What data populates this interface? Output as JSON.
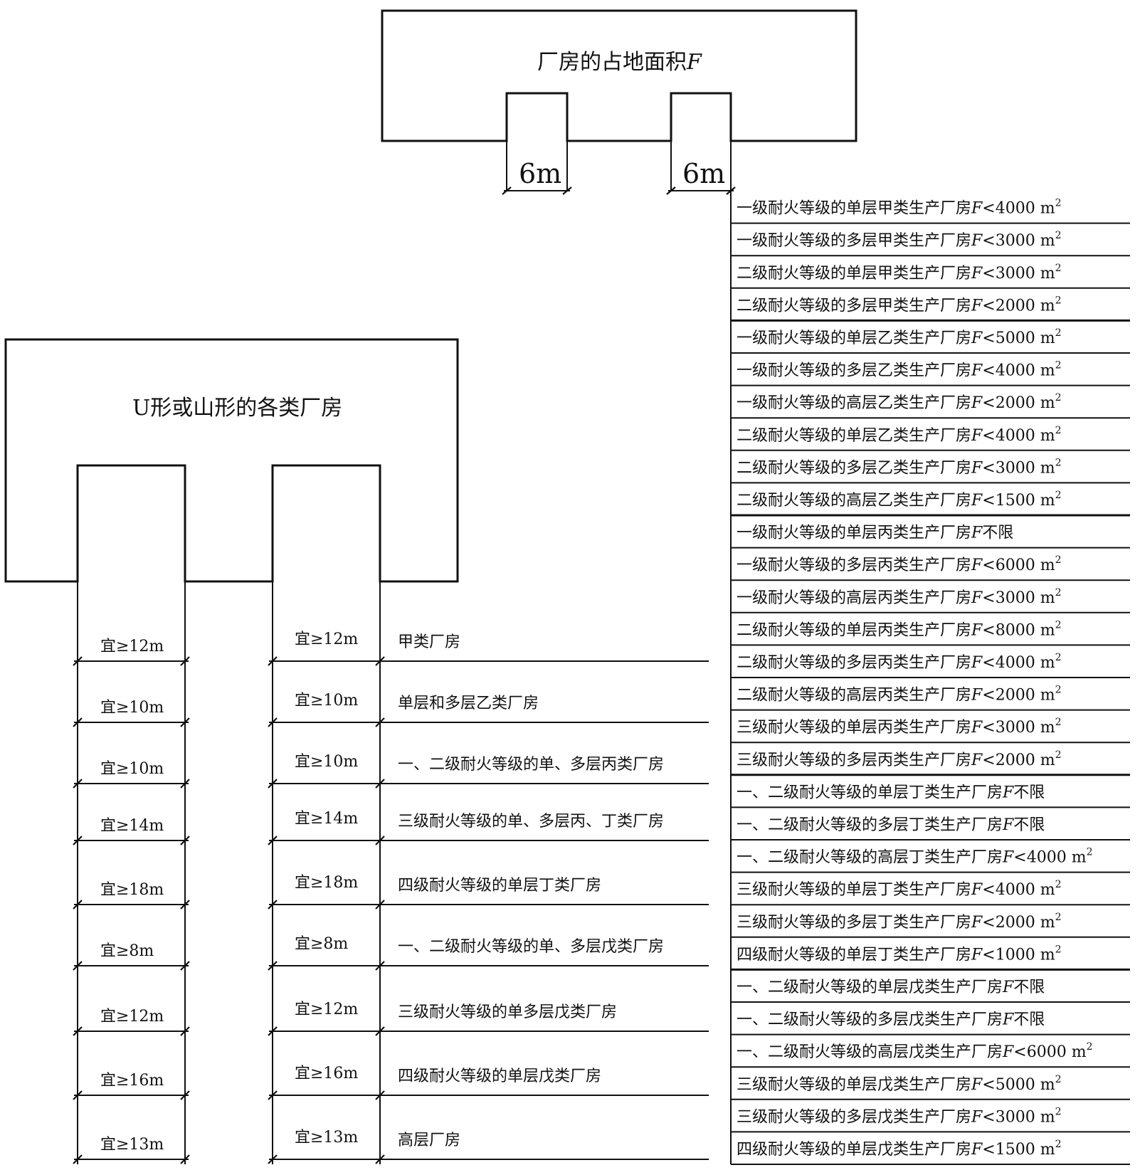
{
  "top_building": {
    "title": "厂房的占地面积",
    "title_var": "F",
    "gap_label_left": "6m",
    "gap_label_right": "6m"
  },
  "u_building": {
    "title": "U形或山形的各类厂房"
  },
  "left_gap_labels": [
    "宜≥12m",
    "宜≥10m",
    "宜≥10m",
    "宜≥14m",
    "宜≥18m",
    "宜≥8m",
    "宜≥12m",
    "宜≥16m",
    "宜≥13m"
  ],
  "right_gap_labels": [
    "宜≥12m",
    "宜≥10m",
    "宜≥10m",
    "宜≥14m",
    "宜≥18m",
    "宜≥8m",
    "宜≥12m",
    "宜≥16m",
    "宜≥13m"
  ],
  "category_labels": [
    "甲类厂房",
    "单层和多层乙类厂房",
    "一、二级耐火等级的单、多层丙类厂房",
    "三级耐火等级的单、多层丙、丁类厂房",
    "四级耐火等级的单层丁类厂房",
    "一、二级耐火等级的单、多层戊类厂房",
    "三级耐火等级的单多层戊类厂房",
    "四级耐火等级的单层戊类厂房",
    "高层厂房"
  ],
  "area_rules": [
    {
      "text": "一级耐火等级的单层甲类生产厂房",
      "var": "F",
      "limit": "<4000",
      "unit": "m",
      "sup": "2"
    },
    {
      "text": "一级耐火等级的多层甲类生产厂房",
      "var": "F",
      "limit": "<3000",
      "unit": "m",
      "sup": "2"
    },
    {
      "text": "二级耐火等级的单层甲类生产厂房",
      "var": "F",
      "limit": "<3000",
      "unit": "m",
      "sup": "2"
    },
    {
      "text": "二级耐火等级的多层甲类生产厂房",
      "var": "F",
      "limit": "<2000",
      "unit": "m",
      "sup": "2"
    },
    {
      "text": "一级耐火等级的单层乙类生产厂房",
      "var": "F",
      "limit": "<5000",
      "unit": "m",
      "sup": "2"
    },
    {
      "text": "一级耐火等级的多层乙类生产厂房",
      "var": "F",
      "limit": "<4000",
      "unit": "m",
      "sup": "2"
    },
    {
      "text": "一级耐火等级的高层乙类生产厂房",
      "var": "F",
      "limit": "<2000",
      "unit": "m",
      "sup": "2"
    },
    {
      "text": "二级耐火等级的单层乙类生产厂房",
      "var": "F",
      "limit": "<4000",
      "unit": "m",
      "sup": "2"
    },
    {
      "text": "二级耐火等级的多层乙类生产厂房",
      "var": "F",
      "limit": "<3000",
      "unit": "m",
      "sup": "2"
    },
    {
      "text": "二级耐火等级的高层乙类生产厂房",
      "var": "F",
      "limit": "<1500",
      "unit": "m",
      "sup": "2"
    },
    {
      "text": "一级耐火等级的单层丙类生产厂房",
      "var": "F",
      "limit": "不限",
      "unit": "",
      "sup": ""
    },
    {
      "text": "一级耐火等级的多层丙类生产厂房",
      "var": "F",
      "limit": "<6000",
      "unit": "m",
      "sup": "2"
    },
    {
      "text": "一级耐火等级的高层丙类生产厂房",
      "var": "F",
      "limit": "<3000",
      "unit": "m",
      "sup": "2"
    },
    {
      "text": "二级耐火等级的单层丙类生产厂房",
      "var": "F",
      "limit": "<8000",
      "unit": "m",
      "sup": "2"
    },
    {
      "text": "二级耐火等级的多层丙类生产厂房",
      "var": "F",
      "limit": "<4000",
      "unit": "m",
      "sup": "2"
    },
    {
      "text": "二级耐火等级的高层丙类生产厂房",
      "var": "F",
      "limit": "<2000",
      "unit": "m",
      "sup": "2"
    },
    {
      "text": "三级耐火等级的单层丙类生产厂房",
      "var": "F",
      "limit": "<3000",
      "unit": "m",
      "sup": "2"
    },
    {
      "text": "三级耐火等级的多层丙类生产厂房",
      "var": "F",
      "limit": "<2000",
      "unit": "m",
      "sup": "2"
    },
    {
      "text": "一、二级耐火等级的单层丁类生产厂房",
      "var": "F",
      "limit": "不限",
      "unit": "",
      "sup": ""
    },
    {
      "text": "一、二级耐火等级的多层丁类生产厂房",
      "var": "F",
      "limit": "不限",
      "unit": "",
      "sup": ""
    },
    {
      "text": "一、二级耐火等级的高层丁类生产厂房",
      "var": "F",
      "limit": "<4000",
      "unit": "m",
      "sup": "2"
    },
    {
      "text": "三级耐火等级的单层丁类生产厂房",
      "var": "F",
      "limit": "<4000",
      "unit": "m",
      "sup": "2"
    },
    {
      "text": "三级耐火等级的多层丁类生产厂房",
      "var": "F",
      "limit": "<2000",
      "unit": "m",
      "sup": "2"
    },
    {
      "text": "四级耐火等级的单层丁类生产厂房",
      "var": "F",
      "limit": "<1000",
      "unit": "m",
      "sup": "2"
    },
    {
      "text": "一、二级耐火等级的单层戊类生产厂房",
      "var": "F",
      "limit": "不限",
      "unit": "",
      "sup": ""
    },
    {
      "text": "一、二级耐火等级的多层戊类生产厂房",
      "var": "F",
      "limit": "不限",
      "unit": "",
      "sup": ""
    },
    {
      "text": "一、二级耐火等级的高层戊类生产厂房",
      "var": "F",
      "limit": "<6000",
      "unit": "m",
      "sup": "2"
    },
    {
      "text": "三级耐火等级的单层戊类生产厂房",
      "var": "F",
      "limit": "<5000",
      "unit": "m",
      "sup": "2"
    },
    {
      "text": "三级耐火等级的多层戊类生产厂房",
      "var": "F",
      "limit": "<3000",
      "unit": "m",
      "sup": "2"
    },
    {
      "text": "四级耐火等级的单层戊类生产厂房",
      "var": "F",
      "limit": "<1500",
      "unit": "m",
      "sup": "2"
    }
  ]
}
